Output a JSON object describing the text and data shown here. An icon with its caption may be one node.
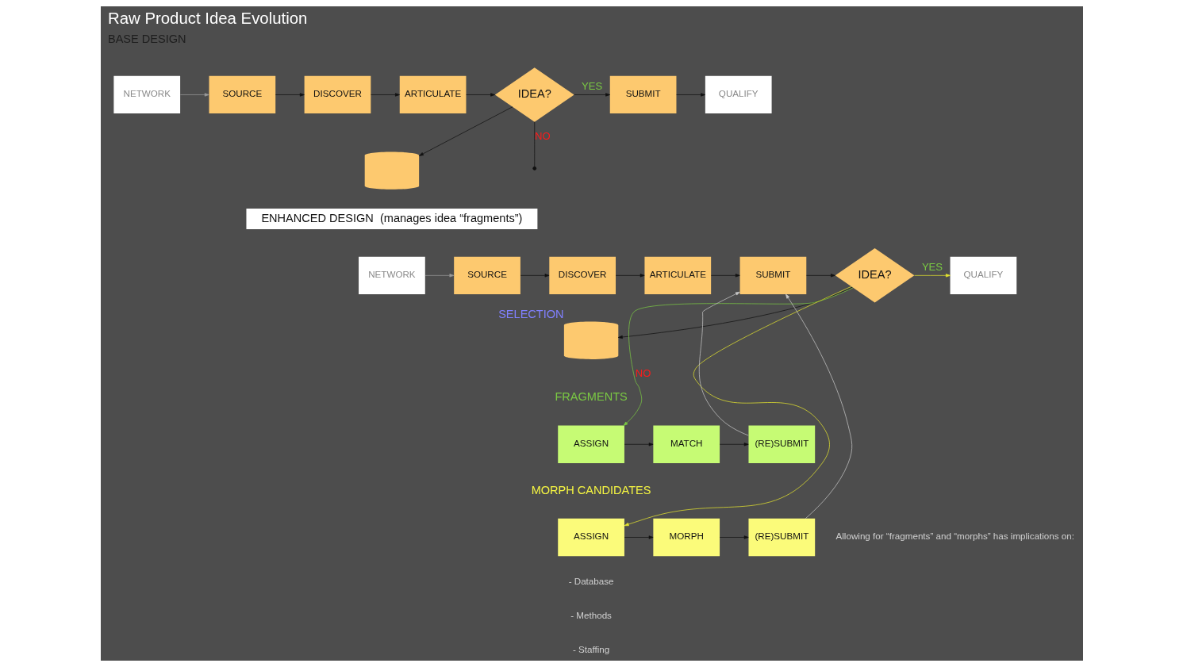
{
  "diagram": {
    "title": "Raw Product Idea Evolution",
    "nodes": [
      {
        "text": [
          "NETWORK"
        ]
      },
      {
        "text": [
          "SOURCE"
        ]
      },
      {
        "text": [
          "DISCOVER"
        ]
      },
      {
        "text": [
          "ARTICULATE"
        ]
      },
      {
        "text": [
          "IDEA?"
        ]
      },
      {
        "text": [
          "SUBMIT"
        ]
      },
      {
        "text": [
          "QUALIFY"
        ]
      },
      {
        "text": [],
        "shape": "cylinder"
      },
      {
        "text": [
          "ENHANCED DESIGN  (manages idea “fragments”)"
        ]
      },
      {
        "text": [
          "NETWORK"
        ]
      },
      {
        "text": [
          "SOURCE"
        ]
      },
      {
        "text": [
          "DISCOVER"
        ]
      },
      {
        "text": [
          "ARTICULATE"
        ]
      },
      {
        "text": [
          "SUBMIT"
        ]
      },
      {
        "text": [
          "IDEA?"
        ]
      },
      {
        "text": [
          "QUALIFY"
        ]
      },
      {
        "text": [],
        "shape": "cylinder",
        "beside": [
          "SELECTION"
        ]
      },
      {
        "text": [
          "ASSIGN"
        ]
      },
      {
        "text": [
          "MATCH"
        ]
      },
      {
        "text": [
          "(RE)SUBMIT"
        ]
      },
      {
        "text": [
          "ASSIGN"
        ]
      },
      {
        "text": [
          "MORPH"
        ]
      },
      {
        "text": [
          "(RE)SUBMIT"
        ]
      }
    ],
    "edges": [
      {
        "from": 0,
        "to": 1,
        "arrow": "to",
        "color": "#9a9a9a"
      },
      {
        "from": 1,
        "to": 2,
        "arrow": "to"
      },
      {
        "from": 2,
        "to": 3,
        "arrow": "to"
      },
      {
        "from": 3,
        "to": 4,
        "arrow": "to"
      },
      {
        "from": 4,
        "to": 5,
        "arrow": "to",
        "label": "YES"
      },
      {
        "from": 5,
        "to": 6,
        "arrow": "to"
      },
      {
        "from": 4,
        "to": 7,
        "arrow": "to"
      },
      {
        "from": 4,
        "to": null,
        "arrow": "other",
        "label": "NO"
      },
      {
        "from": 9,
        "to": 10,
        "arrow": "to",
        "color": "#9a9a9a"
      },
      {
        "from": 10,
        "to": 11,
        "arrow": "to"
      },
      {
        "from": 11,
        "to": 12,
        "arrow": "to"
      },
      {
        "from": 12,
        "to": 13,
        "arrow": "to"
      },
      {
        "from": 13,
        "to": 14,
        "arrow": "to"
      },
      {
        "from": 14,
        "to": 15,
        "arrow": "to",
        "label": "YES",
        "color": "#e6e62e"
      },
      {
        "from": 14,
        "to": 16,
        "arrow": "to"
      },
      {
        "from": 14,
        "to": 17,
        "arrow": "to",
        "label": "NO",
        "color": "#7ac943"
      },
      {
        "from": 14,
        "to": 20,
        "arrow": "to",
        "color": "#e6e62e"
      },
      {
        "from": 17,
        "to": 18,
        "arrow": "to"
      },
      {
        "from": 18,
        "to": 19,
        "arrow": "to"
      },
      {
        "from": 19,
        "to": 13,
        "arrow": "to",
        "color": "#c8c8c8"
      },
      {
        "from": 20,
        "to": 21,
        "arrow": "to"
      },
      {
        "from": 21,
        "to": 22,
        "arrow": "to"
      },
      {
        "from": 22,
        "to": 13,
        "arrow": "to",
        "color": "#c8c8c8"
      }
    ],
    "labels": [
      "BASE DESIGN",
      "FRAGMENTS",
      "MORPH CANDIDATES",
      "Allowing for “fragments” and “morphs” has implications on:",
      "- Database",
      "- Methods",
      "- Staffing"
    ]
  }
}
